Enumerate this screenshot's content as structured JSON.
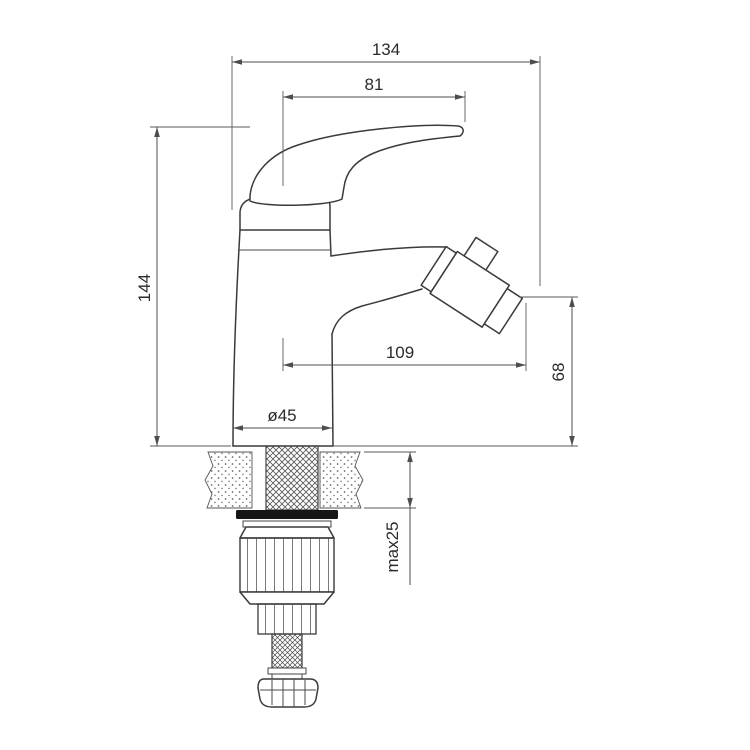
{
  "dims": {
    "total_width": "134",
    "handle_length": "81",
    "total_height": "144",
    "spout_reach": "109",
    "base_diameter": "ø45",
    "outlet_height": "68",
    "max_mount_thickness": "max25"
  }
}
